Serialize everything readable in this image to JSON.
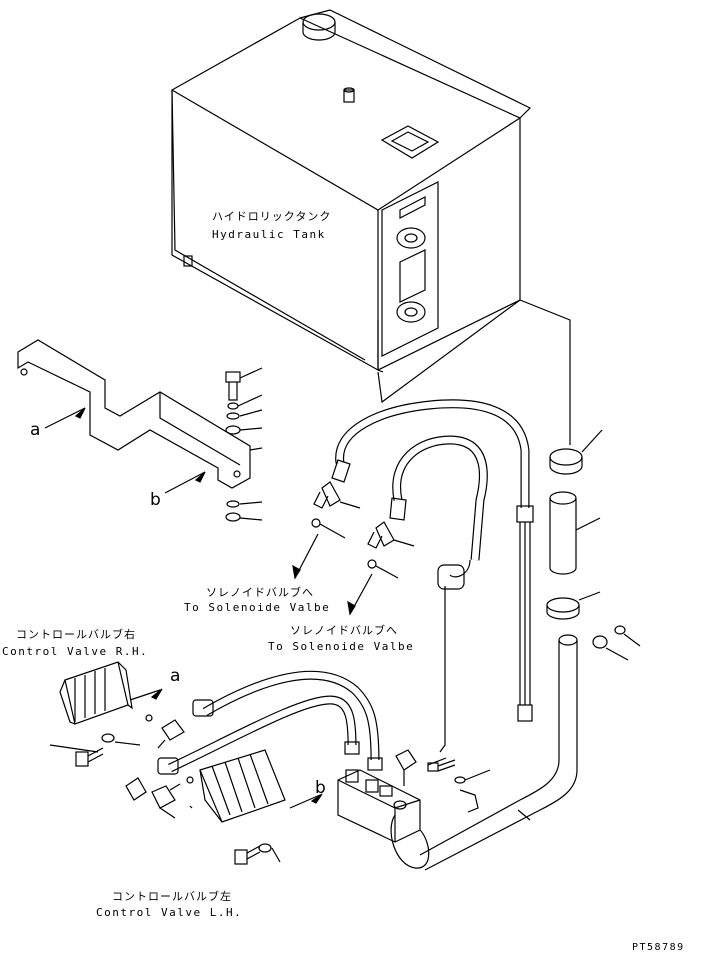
{
  "labels": {
    "tank_jp": "ハイドロリックタンク",
    "tank_en": "Hydraulic Tank",
    "solenoid1_jp": "ソレノイドバルブへ",
    "solenoid1_en": "To Solenoide Valbe",
    "solenoid2_jp": "ソレノイドバルブへ",
    "solenoid2_en": "To Solenoide Valbe",
    "cv_rh_jp": "コントロールバルブ右",
    "cv_rh_en": "Control Valve R.H.",
    "cv_lh_jp": "コントロールバルブ左",
    "cv_lh_en": "Control Valve L.H.",
    "ref_a1": "a",
    "ref_b1": "b",
    "ref_a2": "a",
    "ref_b2": "b",
    "part_code": "PT58789"
  }
}
